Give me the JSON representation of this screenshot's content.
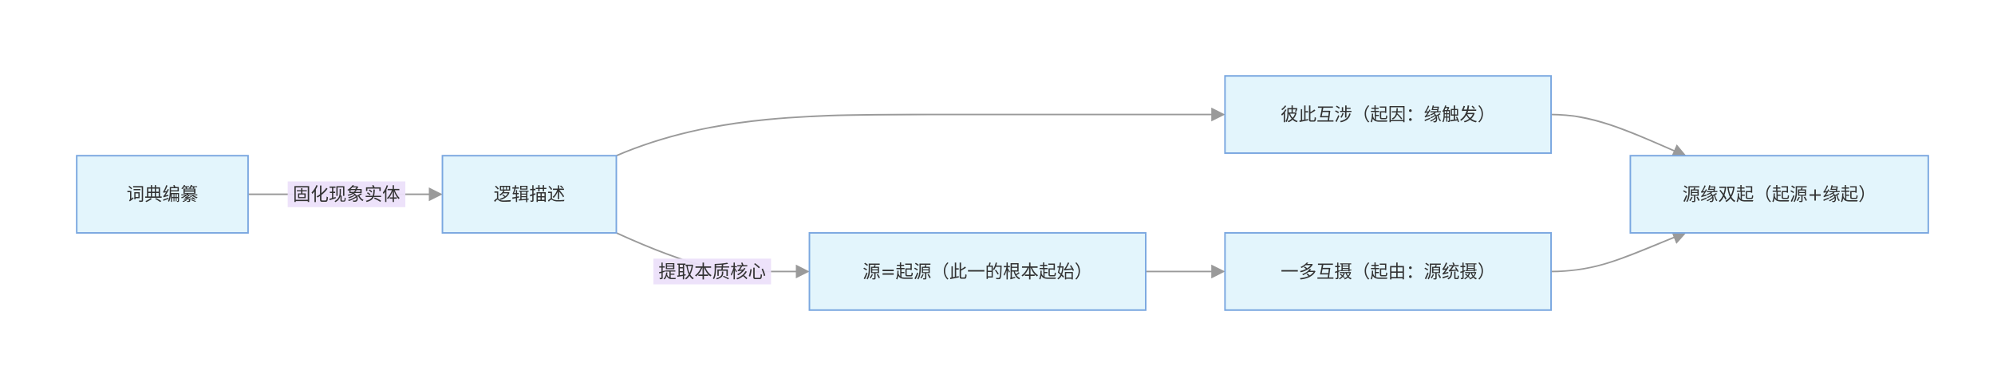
{
  "nodes": {
    "dict": "词典编纂",
    "logic": "逻辑描述",
    "mutual": "彼此互涉（起因：缘触发）",
    "source": "源=起源（此一的根本起始）",
    "onemany": "一多互摄（起由：源统摄）",
    "dual": "源缘双起（起源+缘起）"
  },
  "edges": {
    "dict_logic": "固化现象实体",
    "logic_source": "提取本质核心"
  },
  "colors": {
    "node_fill": "#e3f5fc",
    "node_stroke": "#7aa7e0",
    "edge": "#9a9a9a",
    "label_bg": "#ece0fa",
    "text": "#333333"
  }
}
